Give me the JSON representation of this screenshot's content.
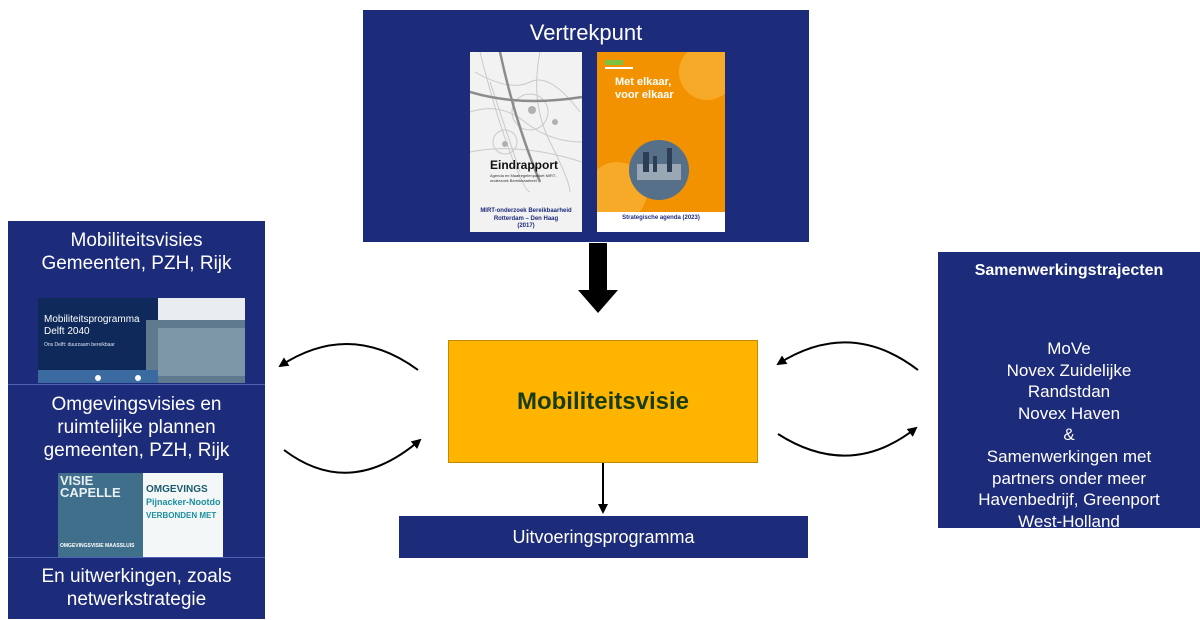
{
  "top": {
    "title": "Vertrekpunt",
    "doc1": {
      "heading": "Eindrapport",
      "subtitle": "Agenda en Maatregelenpakket MIRT-onderzoek Bereikbaarheid",
      "caption_line1": "MIRT-onderzoek Bereikbaarheid",
      "caption_line2": "Rotterdam – Den Haag",
      "caption_line3": "(2017)"
    },
    "doc2": {
      "title_line1": "Met elkaar,",
      "title_line2": "voor elkaar",
      "caption": "Strategische agenda (2023)"
    }
  },
  "left": {
    "section1": [
      "Mobiliteitsvisies",
      "Gemeenten, PZH, Rijk"
    ],
    "thumb1": {
      "title_line1": "Mobiliteitsprogramma",
      "title_line2": "Delft 2040",
      "tagline": "Ons Delft: duurzaam bereikbaar"
    },
    "section2": [
      "Omgevingsvisies en",
      "ruimtelijke plannen",
      "gemeenten, PZH, Rijk"
    ],
    "thumb2": {
      "line1": "OMGEVINGS",
      "line2": "Pijnacker-Nootdo",
      "line3": "VERBONDEN MET",
      "poster": "VISIE CAPELLE",
      "footer": "OMGEVINGSVISIE MAASSLUIS"
    },
    "section3": [
      "En uitwerkingen, zoals",
      "netwerkstrategie"
    ]
  },
  "center": {
    "label": "Mobiliteitsvisie"
  },
  "bottom": {
    "label": "Uitvoeringsprogramma"
  },
  "right": {
    "title": "Samenwerkingstrajecten",
    "items": [
      "MoVe",
      "Novex Zuidelijke",
      "Randstdan",
      "Novex Haven",
      "&",
      "Samenwerkingen met",
      "partners onder meer",
      "Havenbedrijf, Greenport",
      "West-Holland"
    ]
  },
  "colors": {
    "navy": "#1c2b7a",
    "accent": "#ffb400",
    "center_text": "#173c12",
    "doc2_orange": "#f39200"
  }
}
